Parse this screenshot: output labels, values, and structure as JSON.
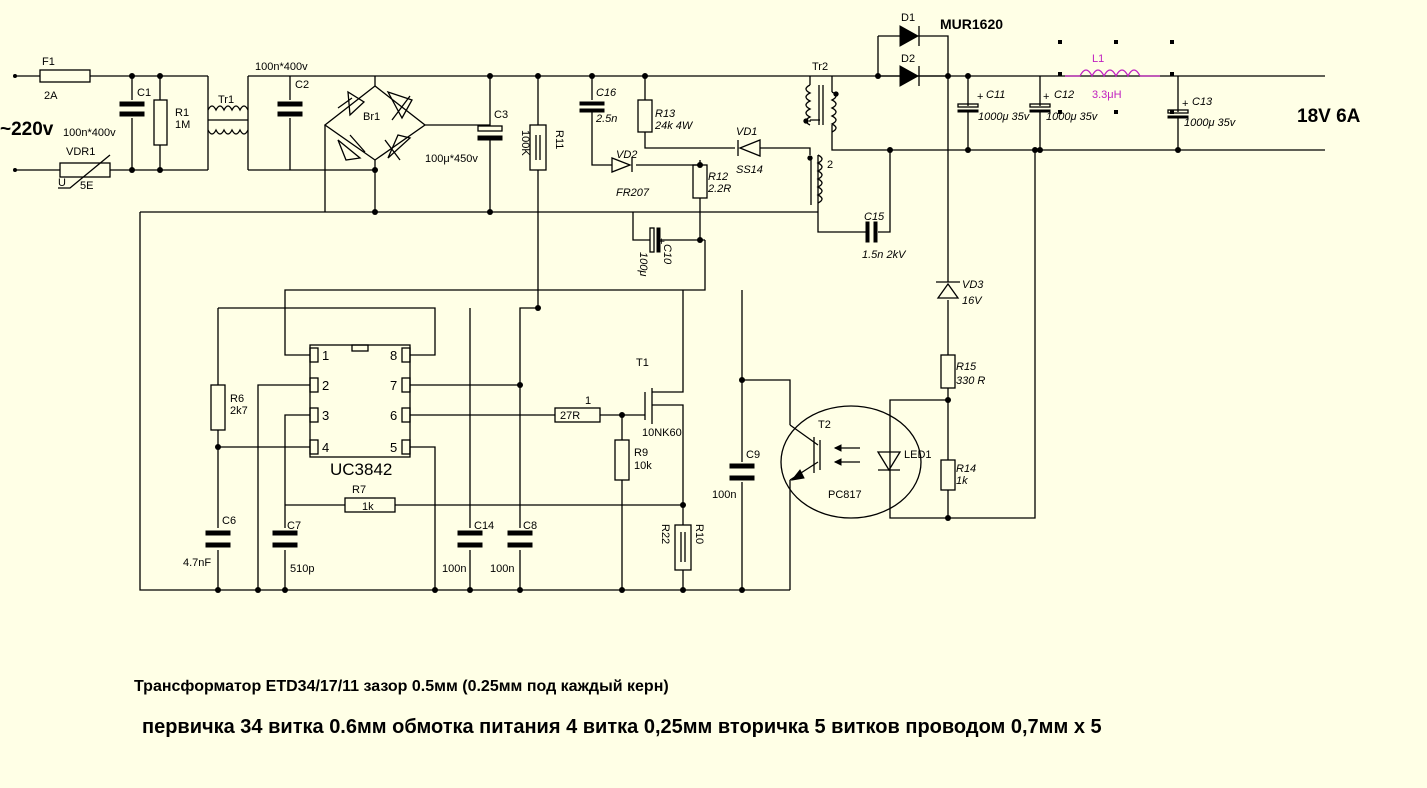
{
  "title": "MUR1620",
  "output": "18V  6A",
  "input": "~220v",
  "labels": {
    "F1": "F1",
    "F1v": "2A",
    "C1": "C1",
    "C1v": "100n*400v",
    "R1": "R1",
    "R1v": "1M",
    "VDR1": "VDR1",
    "VDR1v": "5E",
    "VDR1u": "U",
    "Tr1": "Tr1",
    "C2": "C2",
    "C2v": "100n*400v",
    "Br1": "Br1",
    "C3": "C3",
    "C3v": "100μ*450v",
    "R11": "R11",
    "R11v": "100K",
    "C16": "C16",
    "C16v": "2.5n",
    "R13": "R13",
    "R13v": "24k 4W",
    "VD2": "VD2",
    "VD2v": "FR207",
    "VD1": "VD1",
    "VD1v": "SS14",
    "R12": "R12",
    "R12v": "2.2R",
    "Tr2": "Tr2",
    "Tr2w": "2",
    "C10": "C10",
    "C10v": "100μ",
    "C10p": "+",
    "C15": "C15",
    "C15v": "1.5n 2kV",
    "D1": "D1",
    "D2": "D2",
    "L1": "L1",
    "L1v": "3.3μH",
    "C11": "C11",
    "C11v": "1000μ 35v",
    "C12": "C12",
    "C12v": "1000μ 35v",
    "C13": "C13",
    "C13v": "1000μ  35v",
    "VD3": "VD3",
    "VD3v": "16V",
    "R15": "R15",
    "R15v": "330 R",
    "R14": "R14",
    "R14v": "1k",
    "LED1": "LED1",
    "T2": "T2",
    "T2v": "PC817",
    "T1": "T1",
    "T1v": "10NK60",
    "R6": "R6",
    "R6v": "2k7",
    "C6": "C6",
    "C6v": "4.7nF",
    "C7": "C7",
    "C7v": "510p",
    "R7": "R7",
    "R7v": "1k",
    "R27": "27R",
    "R27n": "1",
    "R9": "R9",
    "R9v": "10k",
    "R10": "R10",
    "R10v": "R22",
    "C14": "C14",
    "C14v": "100n",
    "C8": "C8",
    "C8v": "100n",
    "C9": "C9",
    "C9v": "100n",
    "IC": "UC3842",
    "pins": [
      "1",
      "2",
      "3",
      "4",
      "5",
      "6",
      "7",
      "8"
    ],
    "plus": "+"
  },
  "notes": {
    "line1": "Трансформатор ETD34/17/11 зазор 0.5мм (0.25мм под каждый керн)",
    "line2": "первичка 34 витка  0.6мм обмотка питания 4 витка 0,25мм  вторичка 5 витков проводом 0,7мм х 5"
  },
  "colors": {
    "background": "#ffffe6",
    "inductor": "#c020c0"
  }
}
